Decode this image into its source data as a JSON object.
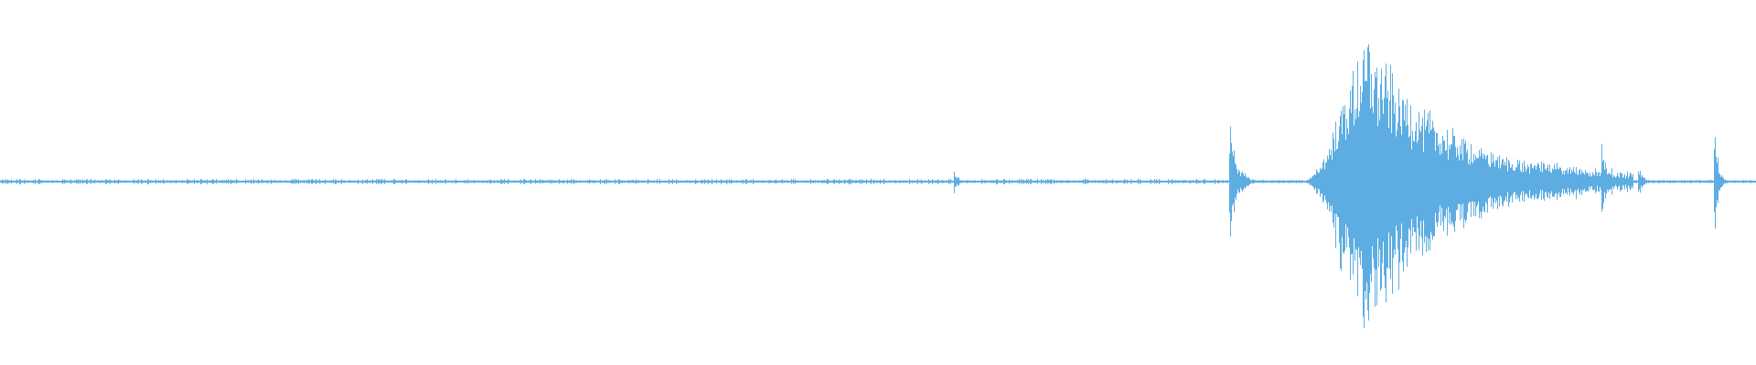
{
  "waveform": {
    "color": "#5dade2",
    "events": [
      {
        "position": 0.0,
        "duration": 0.7,
        "amplitude": 0.01,
        "style": "baseline"
      },
      {
        "position": 0.543,
        "duration": 0.006,
        "amplitude": 0.09,
        "style": "click"
      },
      {
        "position": 0.7,
        "duration": 0.02,
        "amplitude": 0.46,
        "style": "transient"
      },
      {
        "position": 0.74,
        "duration": 0.19,
        "amplitude": 0.96,
        "style": "burst"
      },
      {
        "position": 0.912,
        "duration": 0.01,
        "amplitude": 0.25,
        "style": "click"
      },
      {
        "position": 0.933,
        "duration": 0.012,
        "amplitude": 0.11,
        "style": "transient"
      },
      {
        "position": 0.976,
        "duration": 0.01,
        "amplitude": 0.44,
        "style": "transient"
      }
    ]
  }
}
